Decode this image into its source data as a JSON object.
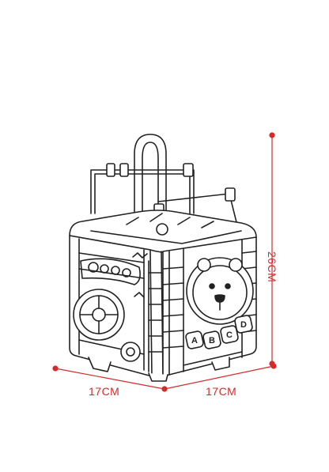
{
  "product": {
    "name": "activity-cube-toy",
    "abc_letters": [
      "A",
      "B",
      "C",
      "D"
    ]
  },
  "dimensions": {
    "height_label": "26CM",
    "width_left_label": "17CM",
    "width_right_label": "17CM",
    "color": "#d42a2a"
  }
}
